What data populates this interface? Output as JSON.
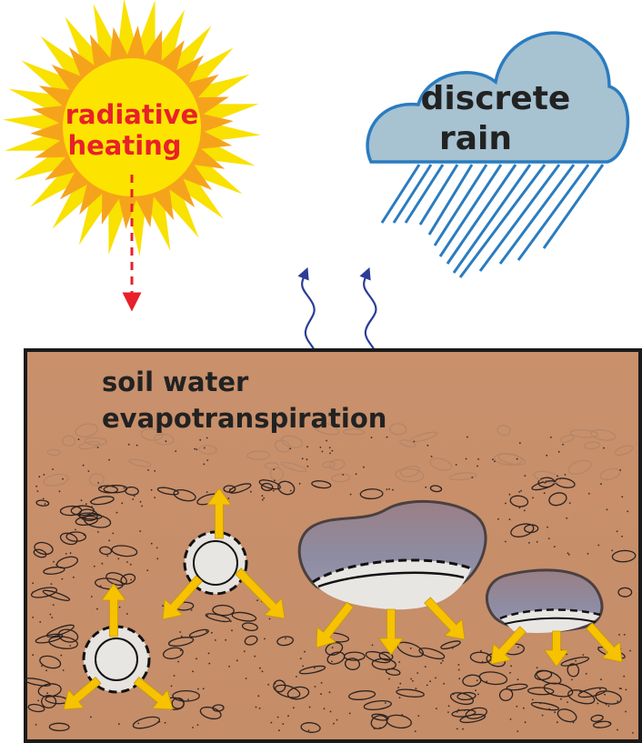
{
  "sun": {
    "label_line1": "radiative",
    "label_line2": "heating",
    "label_color": "#e8202a"
  },
  "cloud": {
    "label_line1": "discrete",
    "label_line2": "rain",
    "fill": "#a7c2d1",
    "stroke": "#2a7cc0"
  },
  "soil": {
    "label_line1": "soil water",
    "label_line2": "evapotranspiration",
    "fill": "#c9906c",
    "border": "#1a1a1a"
  },
  "colors": {
    "arrow_yellow": "#f7c200",
    "vapor_blue": "#2b3d97",
    "rain_blue": "#2a7cc0",
    "rock_fill": "#8e8a9e"
  }
}
